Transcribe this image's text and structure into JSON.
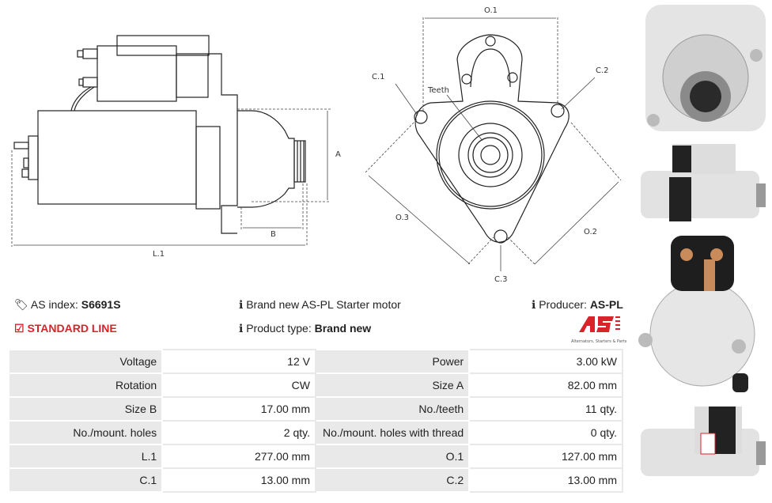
{
  "diagram_labels": {
    "A": "A",
    "B": "B",
    "L1": "L.1",
    "O1": "O.1",
    "O2": "O.2",
    "O3": "O.3",
    "C1": "C.1",
    "C2": "C.2",
    "C3": "C.3",
    "teeth": "Teeth"
  },
  "info": {
    "as_index_label": "AS index:",
    "as_index_value": "S6691S",
    "standard_line": "STANDARD LINE",
    "description": "Brand new AS-PL Starter motor",
    "product_type_label": "Product type:",
    "product_type_value": "Brand new",
    "producer_label": "Producer:",
    "producer_value": "AS-PL",
    "logo_tagline": "Alternators, Starters & Parts"
  },
  "specs": [
    {
      "k1": "Voltage",
      "v1": "12 V",
      "k2": "Power",
      "v2": "3.00 kW"
    },
    {
      "k1": "Rotation",
      "v1": "CW",
      "k2": "Size A",
      "v2": "82.00 mm"
    },
    {
      "k1": "Size B",
      "v1": "17.00 mm",
      "k2": "No./teeth",
      "v2": "11 qty."
    },
    {
      "k1": "No./mount. holes",
      "v1": "2 qty.",
      "k2": "No./mount. holes with thread",
      "v2": "0 qty."
    },
    {
      "k1": "L.1",
      "v1": "277.00 mm",
      "k2": "O.1",
      "v2": "127.00 mm"
    },
    {
      "k1": "C.1",
      "v1": "13.00 mm",
      "k2": "C.2",
      "v2": "13.00 mm"
    }
  ],
  "colors": {
    "accent": "#d9232a",
    "table_key_bg": "#e9e9e9"
  }
}
